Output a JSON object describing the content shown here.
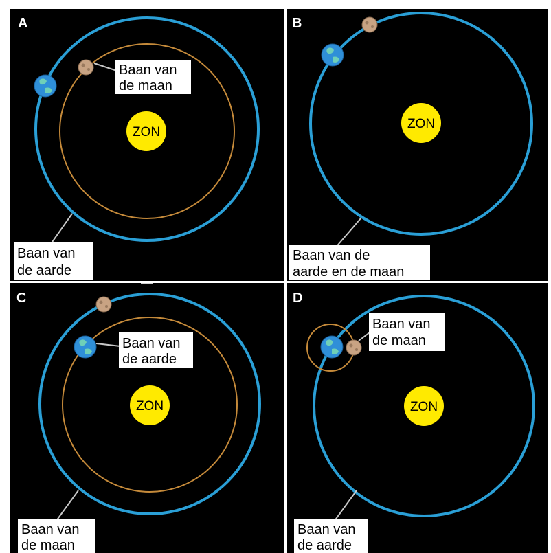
{
  "colors": {
    "background": "#000000",
    "earth_orbit": "#2a9fd6",
    "moon_orbit": "#c58a3a",
    "sun": "#ffea00",
    "earth": "#2f8fd8",
    "earth_land": "#6fd0b8",
    "moon": "#c8a383",
    "moon_crater": "#9a7a5e",
    "label_box": "#ffffff",
    "leader_line": "#c8c8c8"
  },
  "panels": [
    {
      "letter": "A",
      "sun_label": "ZON",
      "labels": {
        "moon_orbit": [
          "Baan van",
          "de maan"
        ],
        "earth_orbit": [
          "Baan van",
          "de aarde"
        ]
      }
    },
    {
      "letter": "B",
      "sun_label": "ZON",
      "labels": {
        "shared_orbit": [
          "Baan van de",
          "aarde en de maan"
        ]
      }
    },
    {
      "letter": "C",
      "sun_label": "ZON",
      "labels": {
        "earth_orbit": [
          "Baan van",
          "de aarde"
        ],
        "moon_orbit": [
          "Baan van",
          "de maan"
        ]
      }
    },
    {
      "letter": "D",
      "sun_label": "ZON",
      "labels": {
        "moon_orbit": [
          "Baan van",
          "de maan"
        ],
        "earth_orbit": [
          "Baan van",
          "de aarde"
        ]
      }
    }
  ]
}
